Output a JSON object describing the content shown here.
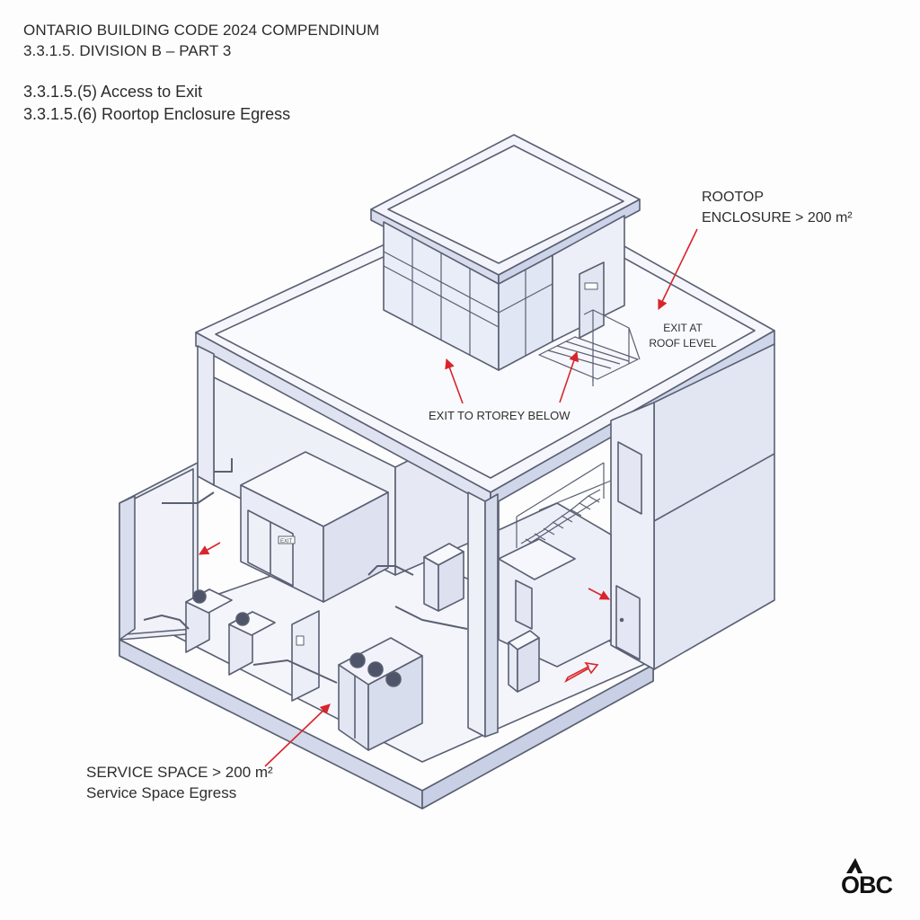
{
  "header": {
    "title": "ONTARIO BUILDING CODE 2024 COMPENDINUM",
    "subtitle": "3.3.1.5. DIVISION B – PART 3"
  },
  "sections": [
    "3.3.1.5.(5) Access to Exit",
    "3.3.1.5.(6) Roortop Enclosure Egress"
  ],
  "labels": {
    "rooftop_line1": "ROOTOP",
    "rooftop_line2": "ENCLOSURE > 200 m²",
    "exit_roof_line1": "EXIT AT",
    "exit_roof_line2": "ROOF LEVEL",
    "exit_below": "EXIT TO RTOREY BELOW",
    "service_line1": "SERVICE SPACE > 200 m²",
    "service_line2": "Service Space Egress"
  },
  "door_sign": "EXIT",
  "logo": "OBC",
  "colors": {
    "line": "#5a6072",
    "face_light": "#f3f4fa",
    "face_mid": "#e4e7f3",
    "face_dark": "#d6dbec",
    "glass": "#e9edf8",
    "arrow_red": "#d8252b"
  }
}
